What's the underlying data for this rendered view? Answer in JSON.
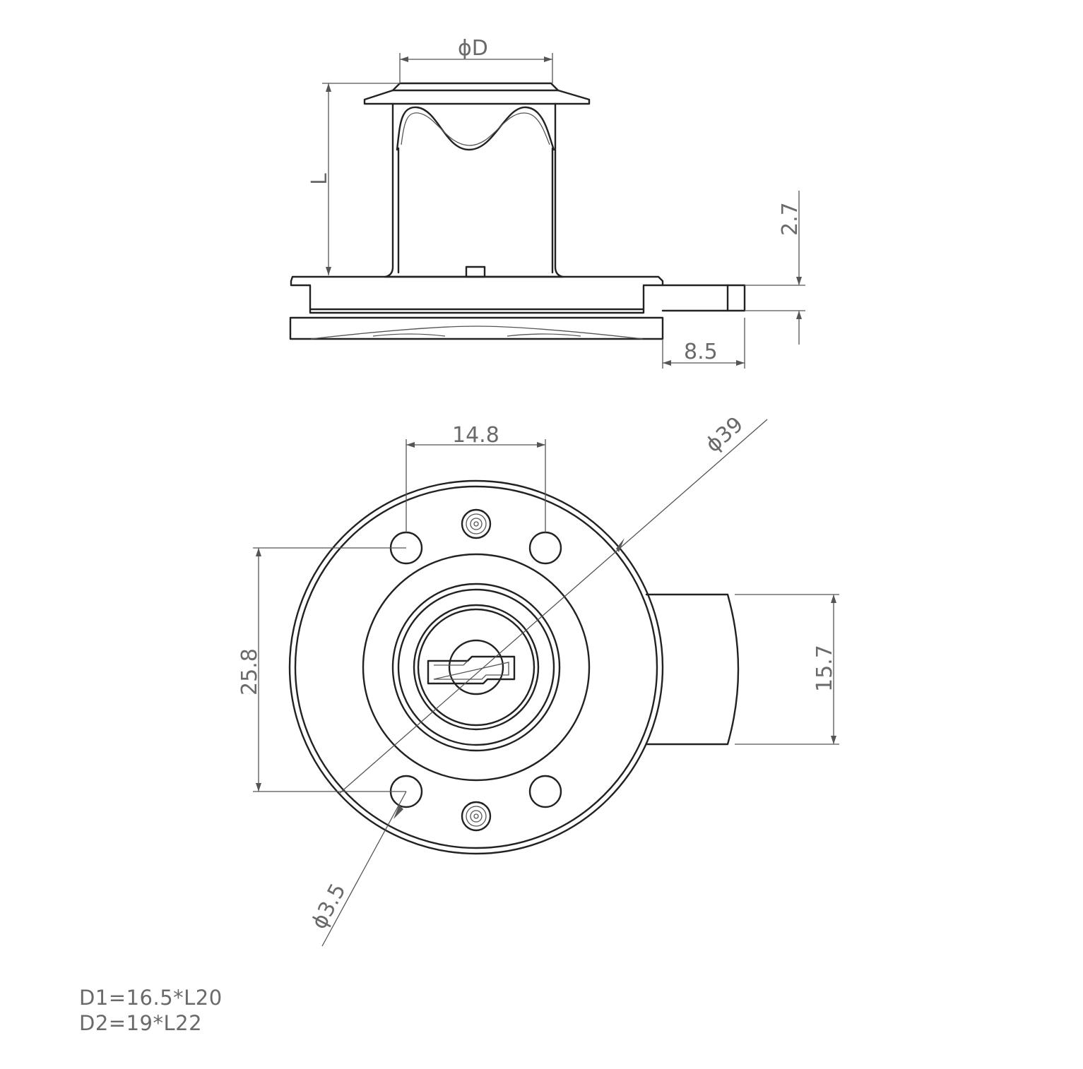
{
  "colors": {
    "line": "#222222",
    "dimension": "#6a6a6a",
    "background": "#ffffff"
  },
  "dimensions": {
    "diameter_d": "ϕD",
    "length_l": "L",
    "height_2_7": "2.7",
    "width_8_5": "8.5",
    "spacing_14_8": "14.8",
    "outer_diameter": "ϕ39",
    "hole_spacing_25_8": "25.8",
    "cam_width_15_7": "15.7",
    "hole_diameter": "ϕ3.5"
  },
  "notes": {
    "d1": "D1=16.5*L20",
    "d2": "D2=19*L22"
  }
}
